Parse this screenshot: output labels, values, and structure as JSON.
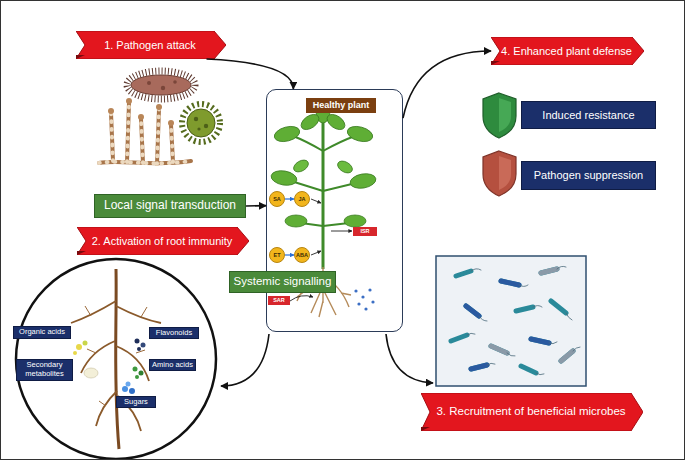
{
  "diagram": {
    "nodes": [
      {
        "text": [
          "1. Pathogen attack"
        ]
      },
      {
        "text": [
          "4. Enhanced plant defense"
        ]
      },
      {
        "text": [
          "Healthy plant"
        ]
      },
      {
        "text": [
          "SA"
        ],
        "in": 2
      },
      {
        "text": [
          "JA"
        ],
        "in": 2
      },
      {
        "text": [
          "ET"
        ],
        "in": 2
      },
      {
        "text": [
          "ABA"
        ],
        "in": 2
      },
      {
        "text": [
          "ISR"
        ],
        "in": 2
      },
      {
        "text": [
          "SAR"
        ],
        "in": 2
      },
      {
        "text": [
          "Induced resistance"
        ]
      },
      {
        "text": [
          "Pathogen suppression"
        ]
      },
      {
        "text": [
          "Local signal transduction"
        ]
      },
      {
        "text": [
          "2. Activation of root immunity"
        ]
      },
      {
        "text": [
          "Systemic signalling"
        ]
      },
      {
        "text": [
          "Organic acids"
        ]
      },
      {
        "text": [
          "Flavonoids"
        ]
      },
      {
        "text": [
          "Secondary metabolites"
        ]
      },
      {
        "text": [
          "Amino acids"
        ]
      },
      {
        "text": [
          "Sugars"
        ]
      },
      {
        "text": [
          "3. Recruitment of beneficial microbes"
        ]
      }
    ],
    "edges": [
      {
        "from": 0,
        "to": 2,
        "arrow": "to"
      },
      {
        "from": 2,
        "to": 1,
        "arrow": "to"
      },
      {
        "from": 11,
        "to": 2,
        "arrow": "to"
      },
      {
        "from": 3,
        "to": 4,
        "arrow": "to"
      },
      {
        "from": 5,
        "to": 6,
        "arrow": "to"
      }
    ]
  }
}
